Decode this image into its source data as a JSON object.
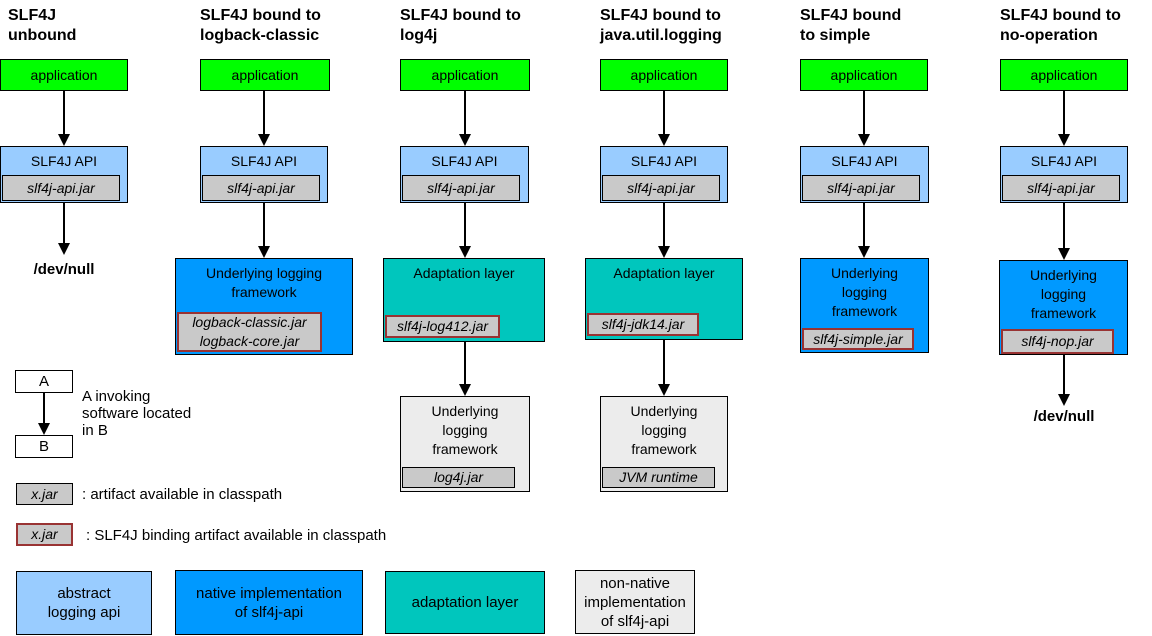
{
  "colors": {
    "application": "#00ff00",
    "api": "#99ccff",
    "native_impl": "#0099ff",
    "adaptation": "#00c6bd",
    "jar": "#c9c9c9",
    "framework_gray": "#ececec",
    "binding_border": "#993333"
  },
  "columns": [
    {
      "title": "SLF4J\nunbound",
      "application_label": "application",
      "api_label": "SLF4J API",
      "api_jar": "slf4j-api.jar",
      "output_label": "/dev/null"
    },
    {
      "title": "SLF4J bound to\nlogback-classic",
      "application_label": "application",
      "api_label": "SLF4J API",
      "api_jar": "slf4j-api.jar",
      "impl_label": "Underlying logging\nframework",
      "impl_jar": "logback-classic.jar\nlogback-core.jar"
    },
    {
      "title": "SLF4J bound to\nlog4j",
      "application_label": "application",
      "api_label": "SLF4J API",
      "api_jar": "slf4j-api.jar",
      "adaptation_label": "Adaptation layer",
      "adaptation_jar": "slf4j-log412.jar",
      "underlying_label": "Underlying\nlogging\nframework",
      "underlying_jar": "log4j.jar"
    },
    {
      "title": "SLF4J bound to\njava.util.logging",
      "application_label": "application",
      "api_label": "SLF4J API",
      "api_jar": "slf4j-api.jar",
      "adaptation_label": "Adaptation layer",
      "adaptation_jar": "slf4j-jdk14.jar",
      "underlying_label": "Underlying\nlogging\nframework",
      "underlying_jar": "JVM runtime"
    },
    {
      "title": "SLF4J bound\nto simple",
      "application_label": "application",
      "api_label": "SLF4J API",
      "api_jar": "slf4j-api.jar",
      "impl_label": "Underlying\nlogging\nframework",
      "impl_jar": "slf4j-simple.jar"
    },
    {
      "title": "SLF4J bound to\nno-operation",
      "application_label": "application",
      "api_label": "SLF4J API",
      "api_jar": "slf4j-api.jar",
      "impl_label": "Underlying\nlogging\nframework",
      "impl_jar": "slf4j-nop.jar",
      "output_label": "/dev/null"
    }
  ],
  "legend": {
    "invoke": {
      "a": "A",
      "b": "B",
      "caption": "A invoking\nsoftware located\nin B"
    },
    "artifact": {
      "box": "x.jar",
      "caption": ": artifact available in classpath"
    },
    "binding": {
      "box": "x.jar",
      "caption": ": SLF4J binding artifact available in classpath"
    },
    "categories": [
      {
        "label": "abstract\nlogging api"
      },
      {
        "label": "native implementation\nof slf4j-api"
      },
      {
        "label": "adaptation layer"
      },
      {
        "label": "non-native\nimplementation\nof slf4j-api"
      }
    ]
  }
}
